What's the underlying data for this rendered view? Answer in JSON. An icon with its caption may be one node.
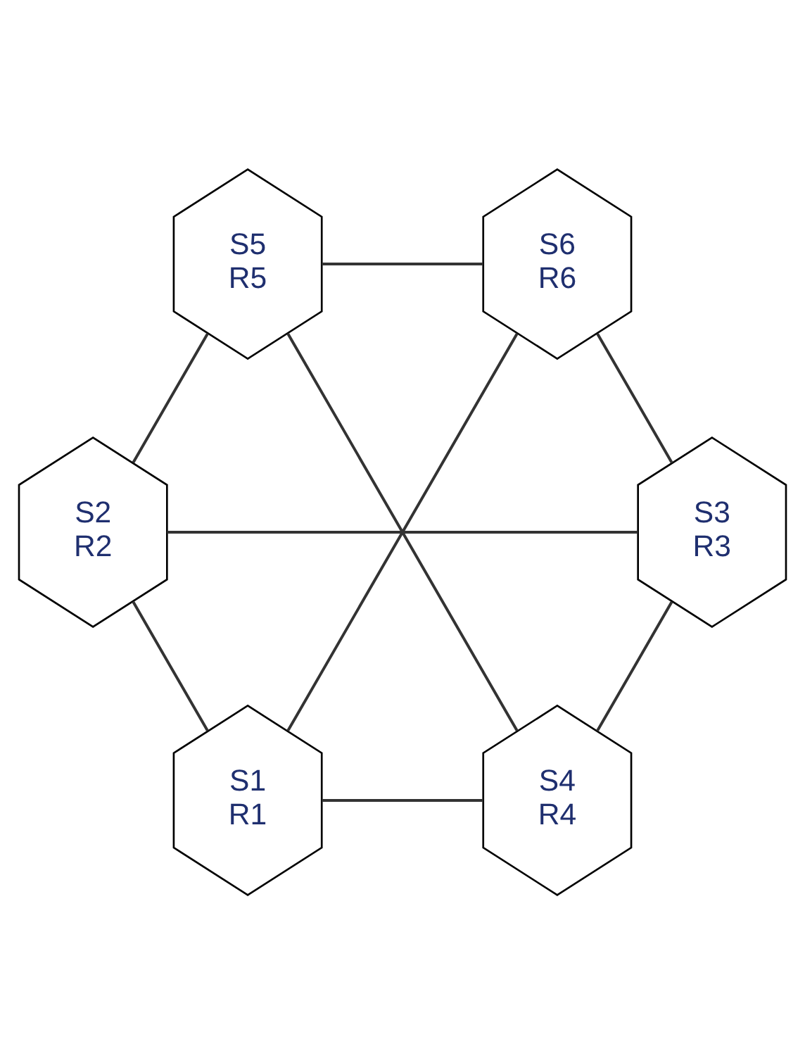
{
  "diagram": {
    "nodes": [
      {
        "text": [
          "S1",
          "R1"
        ]
      },
      {
        "text": [
          "S2",
          "R2"
        ]
      },
      {
        "text": [
          "S3",
          "R3"
        ]
      },
      {
        "text": [
          "S4",
          "R4"
        ]
      },
      {
        "text": [
          "S5",
          "R5"
        ]
      },
      {
        "text": [
          "S6",
          "R6"
        ]
      }
    ],
    "edges": [
      {
        "from": 0,
        "to": 1,
        "arrow": "none"
      },
      {
        "from": 0,
        "to": 5,
        "arrow": "none"
      },
      {
        "from": 0,
        "to": 3,
        "arrow": "none"
      },
      {
        "from": 1,
        "to": 2,
        "arrow": "none"
      },
      {
        "from": 1,
        "to": 4,
        "arrow": "none"
      },
      {
        "from": 5,
        "to": 4,
        "arrow": "none"
      },
      {
        "from": 5,
        "to": 2,
        "arrow": "none"
      },
      {
        "from": 2,
        "to": 3,
        "arrow": "none"
      },
      {
        "from": 3,
        "to": 4,
        "arrow": "none"
      }
    ]
  }
}
